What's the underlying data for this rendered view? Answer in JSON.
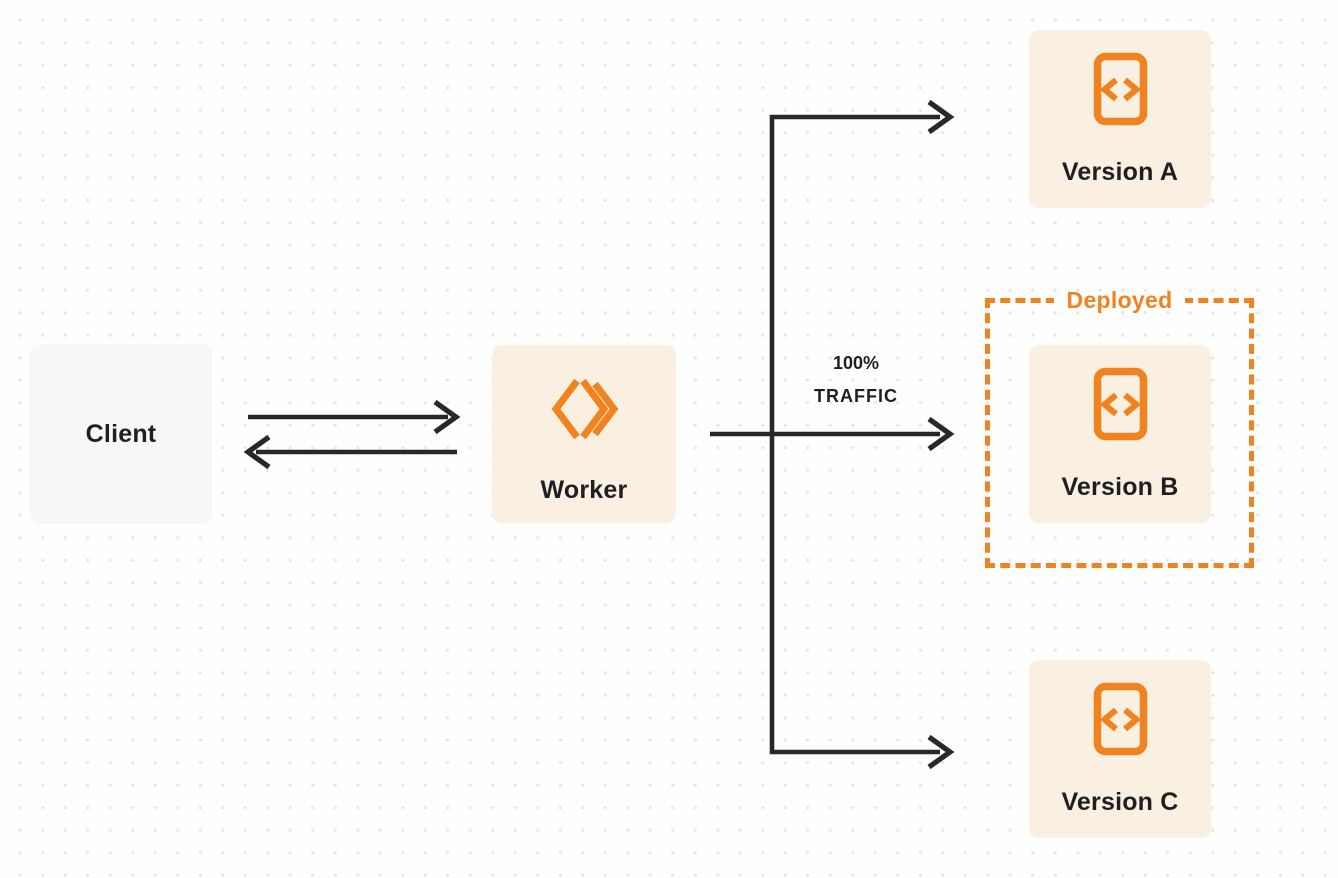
{
  "diagram": {
    "title": "worker-versions-traffic-diagram",
    "client": {
      "label": "Client"
    },
    "worker": {
      "label": "Worker"
    },
    "versions": [
      {
        "id": "a",
        "label": "Version A"
      },
      {
        "id": "b",
        "label": "Version B"
      },
      {
        "id": "c",
        "label": "Version C"
      }
    ],
    "deployed_label": "Deployed",
    "traffic_label": {
      "line1": "100%",
      "line2": "TRAFFIC"
    }
  },
  "icons": {
    "worker": "workers-chevron-logo",
    "version": "code-file-icon"
  },
  "colors": {
    "accent_orange": "#F0821F",
    "box_cream": "#FAF0E2",
    "box_gray": "#F6F7F8",
    "line_dark": "#28282B",
    "text_dark": "#1F1F23",
    "background": "#FEFEFE",
    "dot_grid": "#E6E6E8"
  }
}
